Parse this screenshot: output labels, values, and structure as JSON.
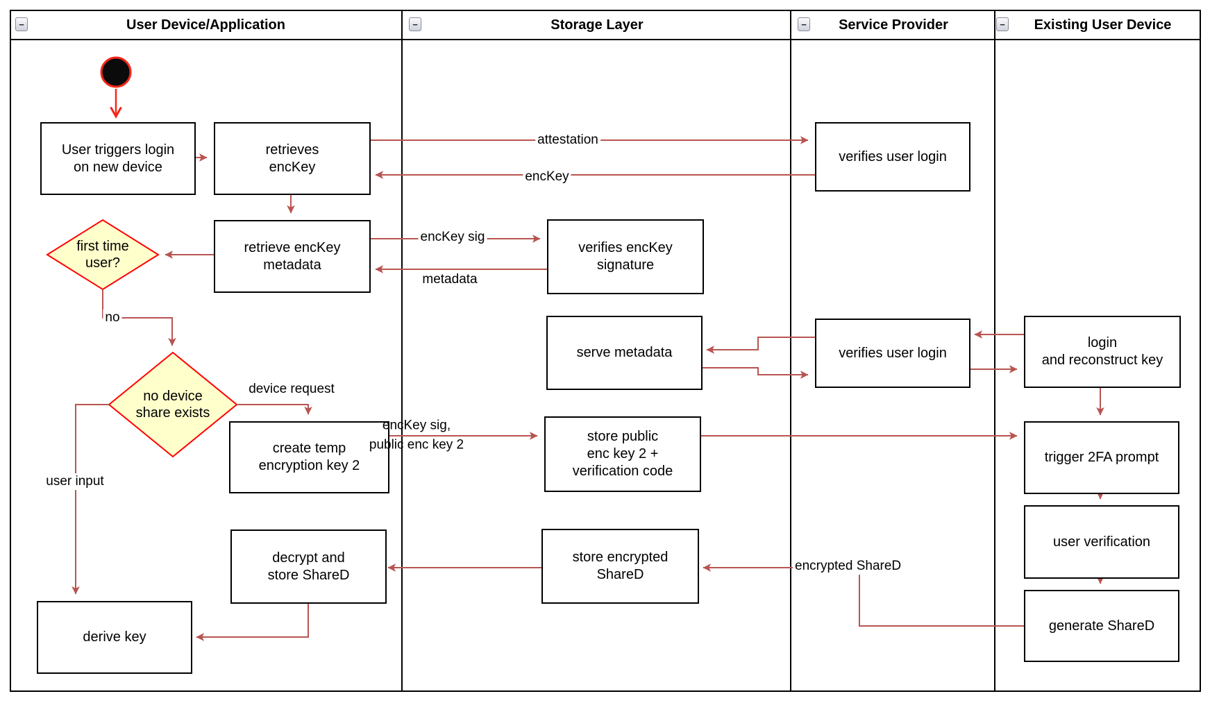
{
  "diagram": {
    "lanes": [
      {
        "label": "User Device/Application"
      },
      {
        "label": "Storage Layer"
      },
      {
        "label": "Service Provider"
      },
      {
        "label": "Existing User Device"
      }
    ],
    "collapse_glyph": "−",
    "nodes": {
      "user_triggers_login": "User triggers login\non new device",
      "retrieves_enckey": "retrieves\nencKey",
      "retrieve_enckey_metadata": "retrieve encKey\nmetadata",
      "verifies_enckey_signature": "verifies encKey\nsignature",
      "verifies_user_login_top": "verifies user login",
      "serve_metadata": "serve metadata",
      "verifies_user_login_mid": "verifies user login",
      "login_and_reconstruct_key": "login\nand reconstruct key",
      "create_temp_encryption_key_2": "create temp\nencryption key 2",
      "store_public_enc_key_2": "store public\nenc key 2 +\nverification code",
      "trigger_2fa_prompt": "trigger 2FA prompt",
      "user_verification": "user verification",
      "decrypt_and_store_shared": "decrypt and\nstore ShareD",
      "store_encrypted_shared": "store encrypted\nShareD",
      "generate_shared": "generate ShareD",
      "derive_key": "derive key"
    },
    "decisions": {
      "first_time_user": "first time\nuser?",
      "no_device_share_exists": "no device\nshare exists"
    },
    "edge_labels": {
      "attestation": "attestation",
      "enckey": "encKey",
      "enckey_sig": "encKey sig",
      "metadata": "metadata",
      "no": "no",
      "device_request": "device request",
      "enckey_sig_public_key_2": "encKey sig,\npublic enc key 2",
      "user_input": "user input",
      "encrypted_shared": "encrypted ShareD"
    },
    "colors": {
      "flow_arrow": "#B85450",
      "start_arrow": "#F5261A",
      "decision_stroke": "#FF0000",
      "decision_fill": "#FFFFCC",
      "shape_stroke": "#000000",
      "shape_fill": "#FFFFFF"
    }
  }
}
